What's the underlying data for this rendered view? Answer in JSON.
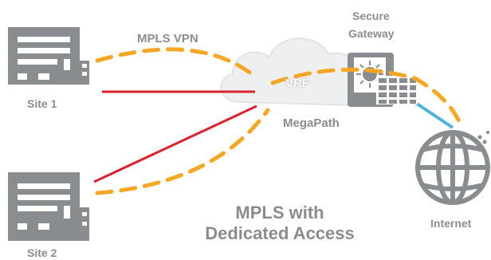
{
  "diagram": {
    "mpls_vpn_label": "MPLS VPN",
    "vrf_label": "VRF",
    "megapath_label": "MegaPath",
    "gateway_label_line1": "Secure",
    "gateway_label_line2": "Gateway",
    "site1_label": "Site 1",
    "site2_label": "Site 2",
    "internet_label": "Internet",
    "title_line1": "MPLS with",
    "title_line2": "Dedicated Access"
  },
  "colors": {
    "dashed_link": "#f5a623",
    "dedicated_access_link": "#d9232e",
    "internet_link": "#4fb3d9",
    "icon_gray": "#8a8d90",
    "cloud": "#eeeff0"
  },
  "icons": [
    "building-icon",
    "cloud-icon",
    "firewall-icon",
    "globe-icon"
  ]
}
